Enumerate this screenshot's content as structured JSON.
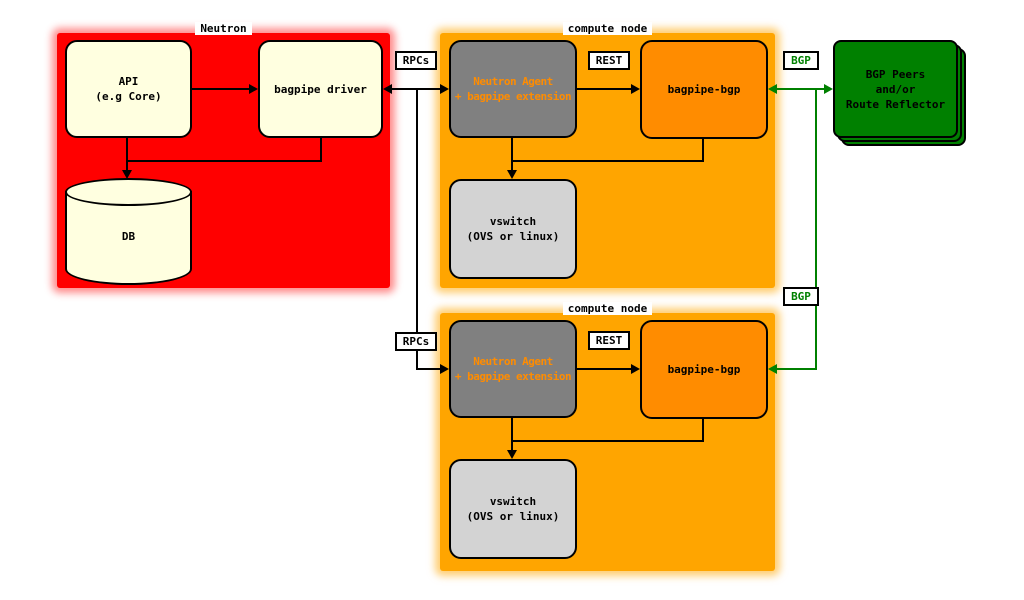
{
  "diagram": {
    "neutron": {
      "title": "Neutron",
      "api": {
        "line1": "API",
        "line2": "(e.g Core)"
      },
      "driver": "bagpipe driver",
      "db": "DB"
    },
    "compute_nodes": [
      {
        "title": "compute node",
        "agent": {
          "line1": "Neutron Agent",
          "line2": "+ bagpipe extension"
        },
        "bagpipe": "bagpipe-bgp",
        "vswitch": {
          "line1": "vswitch",
          "line2": "(OVS or linux)"
        },
        "rpcs": "RPCs",
        "rest": "REST",
        "bgp": "BGP"
      },
      {
        "title": "compute node",
        "agent": {
          "line1": "Neutron Agent",
          "line2": "+ bagpipe extension"
        },
        "bagpipe": "bagpipe-bgp",
        "vswitch": {
          "line1": "vswitch",
          "line2": "(OVS or linux)"
        },
        "rpcs": "RPCs",
        "rest": "REST",
        "bgp": "BGP"
      }
    ],
    "bgp_peers": {
      "line1": "BGP Peers",
      "line2": "and/or",
      "line3": "Route Reflector"
    },
    "colors": {
      "neutron_bg": "#FF0000",
      "compute_bg": "#FFA500",
      "agent_bg": "#808080",
      "agent_text": "#FF8C00",
      "bagpipe_bgp_bg": "#FF8C00",
      "vswitch_bg": "#D3D3D3",
      "cream_bg": "#FFFFE0",
      "bgp_green": "#008000",
      "line_black": "#000000"
    }
  }
}
